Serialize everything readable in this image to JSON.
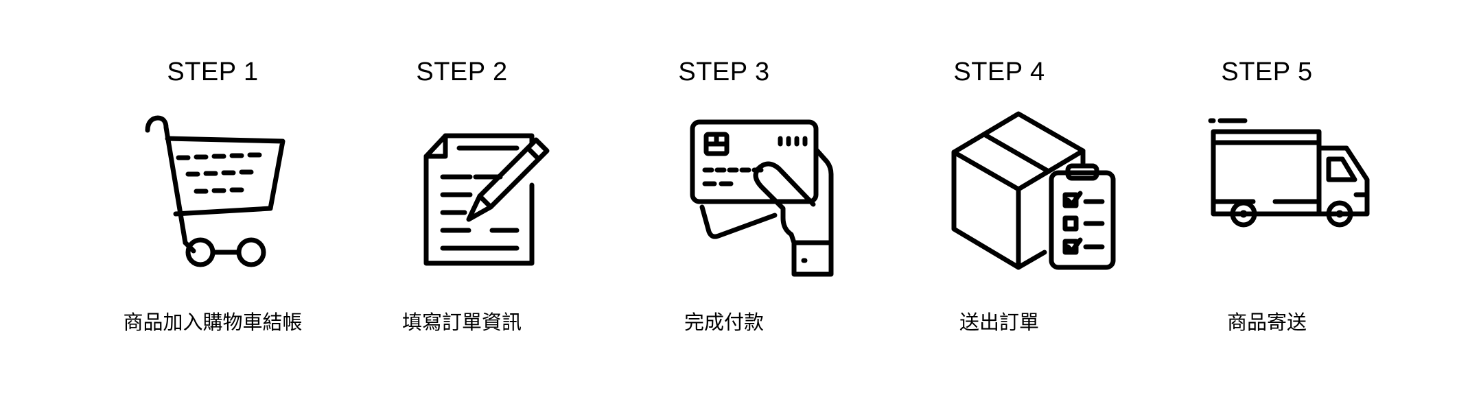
{
  "colors": {
    "ink": "#000000",
    "background": "#ffffff"
  },
  "steps": [
    {
      "title": "STEP 1",
      "label": "商品加入購物車結帳",
      "icon": "shopping-cart-icon"
    },
    {
      "title": "STEP 2",
      "label": "填寫訂單資訊",
      "icon": "order-form-pencil-icon"
    },
    {
      "title": "STEP 3",
      "label": "完成付款",
      "icon": "credit-card-payment-icon"
    },
    {
      "title": "STEP 4",
      "label": "送出訂單",
      "icon": "package-checklist-icon"
    },
    {
      "title": "STEP 5",
      "label": "商品寄送",
      "icon": "delivery-truck-icon"
    }
  ]
}
